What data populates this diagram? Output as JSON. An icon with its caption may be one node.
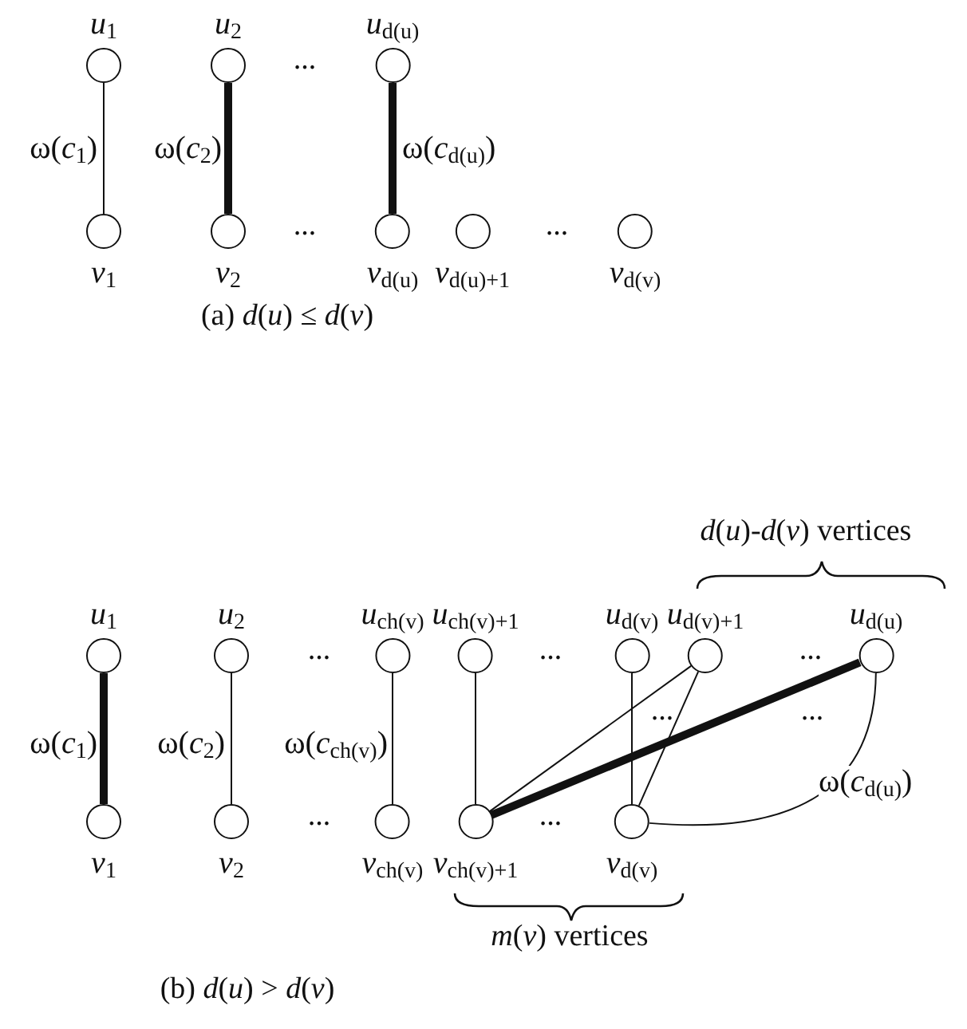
{
  "diagram": {
    "nodes": [
      {
        "text": [
          "*u*$_{1}$"
        ]
      },
      {
        "text": [
          "*u*$_{2}$"
        ]
      },
      {
        "text": [
          "*u*$_{d(u)}$"
        ]
      },
      {
        "text": [
          "*v*$_{1}$"
        ]
      },
      {
        "text": [
          "*v*$_{2}$"
        ]
      },
      {
        "text": [
          "*v*$_{d(u)}$"
        ]
      },
      {
        "text": [
          "*v*$_{d(u)+1}$"
        ]
      },
      {
        "text": [
          "*v*$_{d(v)}$"
        ]
      },
      {
        "text": [
          "*u*$_{1}$"
        ]
      },
      {
        "text": [
          "*u*$_{2}$"
        ]
      },
      {
        "text": [
          "*u*$_{ch(v)}$"
        ]
      },
      {
        "text": [
          "*u*$_{ch(v)+1}$"
        ]
      },
      {
        "text": [
          "*u*$_{d(v)}$"
        ]
      },
      {
        "text": [
          "*u*$_{d(v)+1}$"
        ]
      },
      {
        "text": [
          "*u*$_{d(u)}$"
        ]
      },
      {
        "text": [
          "*v*$_{1}$"
        ]
      },
      {
        "text": [
          "*v*$_{2}$"
        ]
      },
      {
        "text": [
          "*v*$_{ch(v)}$"
        ]
      },
      {
        "text": [
          "*v*$_{ch(v)+1}$"
        ]
      },
      {
        "text": [
          "*v*$_{d(v)}$"
        ]
      }
    ],
    "edges": [
      {
        "from": 0,
        "to": 3,
        "arrow": "none",
        "label": "ω(*c*$_{1}$)"
      },
      {
        "from": 1,
        "to": 4,
        "arrow": "none",
        "label": "ω(*c*$_{2}$)",
        "style": "thick"
      },
      {
        "from": 2,
        "to": 5,
        "arrow": "none",
        "label": "ω(*c*$_{d(u)}$)",
        "style": "thick"
      },
      {
        "from": 8,
        "to": 15,
        "arrow": "none",
        "label": "ω(*c*$_{1}$)",
        "style": "thick"
      },
      {
        "from": 9,
        "to": 16,
        "arrow": "none",
        "label": "ω(*c*$_{2}$)"
      },
      {
        "from": 10,
        "to": 17,
        "arrow": "none",
        "label": "ω(*c*$_{ch(v)}$)"
      },
      {
        "from": 11,
        "to": 18,
        "arrow": "none"
      },
      {
        "from": 12,
        "to": 19,
        "arrow": "none"
      },
      {
        "from": 13,
        "to": 18,
        "arrow": "none"
      },
      {
        "from": 13,
        "to": 19,
        "arrow": "none"
      },
      {
        "from": 14,
        "to": 18,
        "arrow": "none",
        "style": "thick"
      },
      {
        "from": 14,
        "to": 19,
        "arrow": "none",
        "label": "ω(*c*$_{d(u)}$)"
      }
    ],
    "labels": [
      "…",
      "…",
      "…",
      "(a)  *d*(*u*) ≤ *d*(*v*)",
      "*d*(*u*)-*d*(*v*) vertices",
      "…",
      "…",
      "…",
      "…",
      "…",
      "…",
      "…",
      "*m*(*v*) vertices",
      "(b)  *d*(*u*) > *d*(*v*)"
    ]
  }
}
